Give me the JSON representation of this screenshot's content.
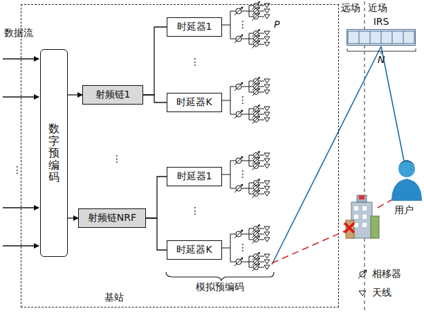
{
  "diagram": {
    "nodes": [
      {
        "text": [
          "基站"
        ]
      },
      {
        "text": [
          "数字预编码"
        ],
        "in": 0
      },
      {
        "text": [
          "射频链1"
        ],
        "in": 0
      },
      {
        "text": [
          "射频链NRF"
        ],
        "in": 0
      },
      {
        "text": [
          "时延器1"
        ],
        "in": 0
      },
      {
        "text": [
          "时延器K"
        ],
        "in": 0
      },
      {
        "text": [
          "时延器1"
        ],
        "in": 0
      },
      {
        "text": [
          "时延器K"
        ],
        "in": 0
      },
      {
        "text": [
          "IRS"
        ]
      }
    ],
    "edges": [
      {
        "from": 1,
        "to": 2,
        "arrow": "to"
      },
      {
        "from": 1,
        "to": 3,
        "arrow": "to"
      },
      {
        "from": 2,
        "to": 4,
        "arrow": "none"
      },
      {
        "from": 2,
        "to": 5,
        "arrow": "none"
      },
      {
        "from": 3,
        "to": 6,
        "arrow": "none"
      },
      {
        "from": 3,
        "to": 7,
        "arrow": "none"
      }
    ],
    "labels": [
      "数据流",
      "⋮",
      "⋮",
      "⋮",
      "⋮",
      "⋮",
      "⋮",
      "⋮",
      "⋮",
      "P",
      "模拟预编码",
      "远场",
      "近场",
      "N",
      "用户"
    ],
    "legend": [
      {
        "text": "相移器"
      },
      {
        "text": "天线"
      }
    ]
  }
}
